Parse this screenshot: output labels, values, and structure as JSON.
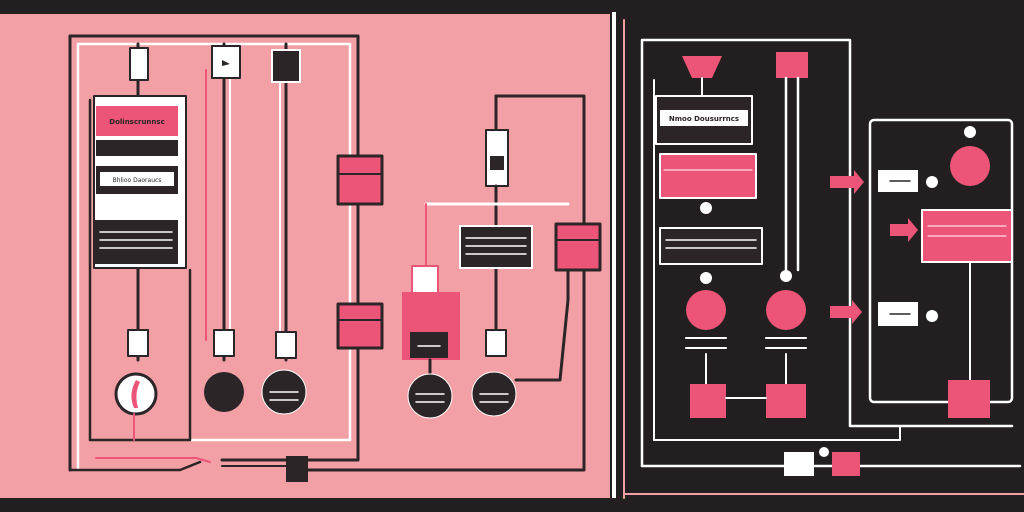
{
  "figure": {
    "left_panel": {
      "top_box_label": "Dolinscrunnsc",
      "middle_box_label": "Bhlioo Daoraucs"
    },
    "right_panel": {
      "top_box_label": "Nmoo Dousurrncs"
    }
  },
  "colors": {
    "pink_panel": "#f2a0a5",
    "dark_panel": "#231f20",
    "accent": "#ec5577",
    "white": "#ffffff",
    "line_dark": "#2b2527"
  }
}
